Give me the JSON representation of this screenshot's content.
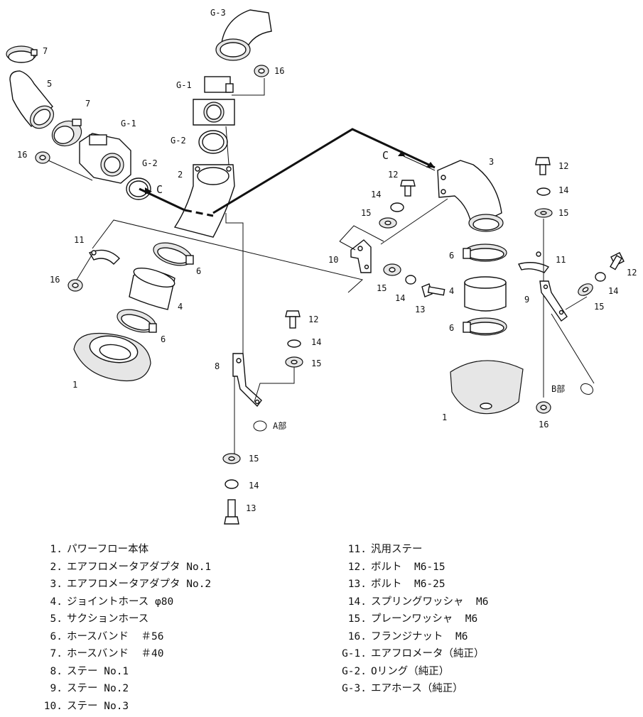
{
  "labels": {
    "1": "1",
    "2": "2",
    "3": "3",
    "4": "4",
    "5": "5",
    "6": "6",
    "7": "7",
    "8": "8",
    "9": "9",
    "10": "10",
    "11": "11",
    "12": "12",
    "13": "13",
    "14": "14",
    "15": "15",
    "16": "16",
    "g1": "G-1",
    "g2": "G-2",
    "g3": "G-3",
    "c": "C",
    "partA": "A部",
    "partB": "B部"
  },
  "legend_left": [
    {
      "num": "1.",
      "text": "パワーフロー本体"
    },
    {
      "num": "2.",
      "text": "エアフロメータアダプタ No.1"
    },
    {
      "num": "3.",
      "text": "エアフロメータアダプタ No.2"
    },
    {
      "num": "4.",
      "text": "ジョイントホース φ80"
    },
    {
      "num": "5.",
      "text": "サクションホース"
    },
    {
      "num": "6.",
      "text": "ホースバンド  ＃56"
    },
    {
      "num": "7.",
      "text": "ホースバンド  ＃40"
    },
    {
      "num": "8.",
      "text": "ステー No.1"
    },
    {
      "num": "9.",
      "text": "ステー No.2"
    },
    {
      "num": "10.",
      "text": "ステー No.3"
    }
  ],
  "legend_right": [
    {
      "num": "11.",
      "text": "汎用ステー"
    },
    {
      "num": "12.",
      "text": "ボルト  M6-15"
    },
    {
      "num": "13.",
      "text": "ボルト  M6-25"
    },
    {
      "num": "14.",
      "text": "スプリングワッシャ  M6"
    },
    {
      "num": "15.",
      "text": "プレーンワッシャ  M6"
    },
    {
      "num": "16.",
      "text": "フランジナット  M6"
    },
    {
      "num": "G-1.",
      "text": "エアフロメータ（純正）"
    },
    {
      "num": "G-2.",
      "text": "Oリング（純正）"
    },
    {
      "num": "G-3.",
      "text": "エアホース（純正）"
    }
  ]
}
